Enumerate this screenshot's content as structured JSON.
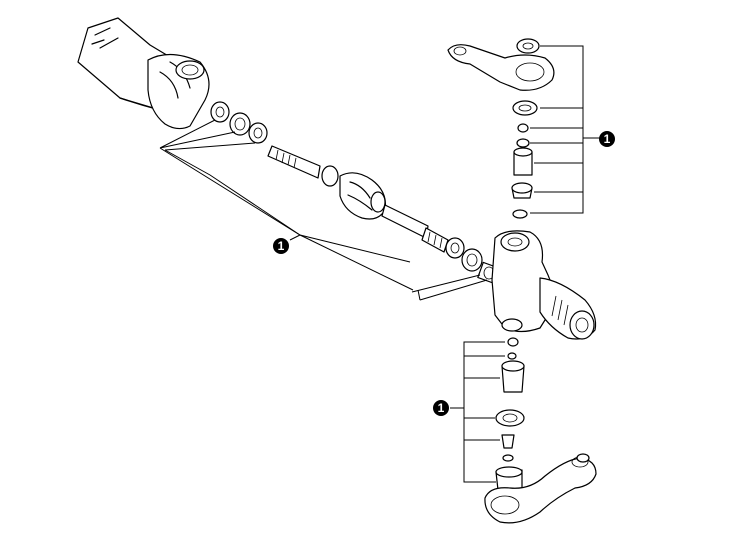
{
  "diagram": {
    "callouts": [
      {
        "id": "shaft-kit",
        "label": "1"
      },
      {
        "id": "upper-kingpin-kit",
        "label": "1"
      },
      {
        "id": "lower-kingpin-kit",
        "label": "1"
      }
    ]
  }
}
